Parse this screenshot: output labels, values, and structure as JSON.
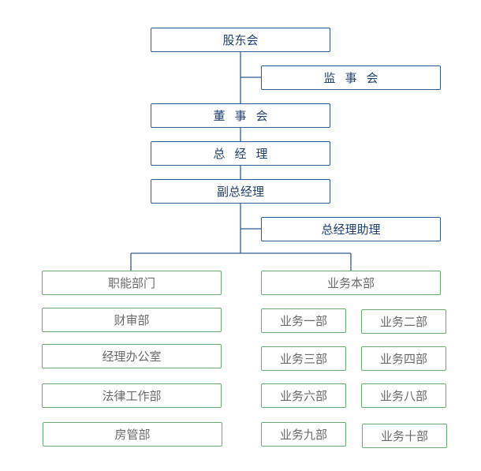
{
  "org_chart": {
    "shareholders": "股东会",
    "supervisors": "监事会",
    "board": "董事会",
    "general_manager": "总经理",
    "deputy_gm": "副总经理",
    "gm_assistant": "总经理助理",
    "functional_dept": "职能部门",
    "business_hq": "业务本部",
    "finance_audit": "财审部",
    "gm_office": "经理办公室",
    "legal_dept": "法律工作部",
    "property_dept": "房管部",
    "biz_1": "业务一部",
    "biz_2": "业务二部",
    "biz_3": "业务三部",
    "biz_4": "业务四部",
    "biz_6": "业务六部",
    "biz_8": "业务八部",
    "biz_9": "业务九部",
    "biz_10": "业务十部"
  },
  "colors": {
    "management_border": "#2f5c8f",
    "management_text": "#1f3f6e",
    "department_border": "#6aab74",
    "department_text": "#6a6a6a",
    "connector": "#2f5c8f"
  }
}
